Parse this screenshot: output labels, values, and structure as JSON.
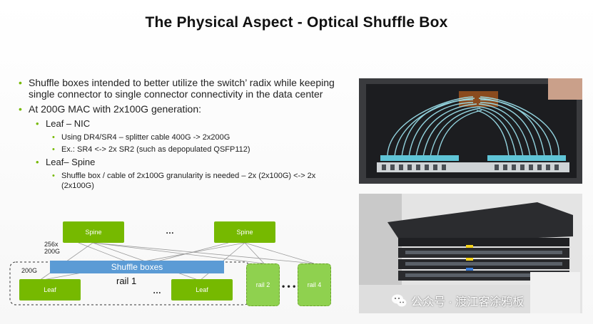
{
  "slide": {
    "title": "The Physical Aspect - Optical Shuffle Box",
    "bullets": [
      {
        "level": 1,
        "text": "Shuffle boxes intended to better utilize the switch’ radix while keeping single connector to single connector connectivity in the data center"
      },
      {
        "level": 1,
        "text": "At 200G MAC with 2x100G generation:"
      },
      {
        "level": 2,
        "text": "Leaf – NIC"
      },
      {
        "level": 3,
        "text": "Using DR4/SR4 – splitter cable 400G -> 2x200G"
      },
      {
        "level": 3,
        "text": "Ex.: SR4 <-> 2x SR2 (such as depopulated QSFP112)"
      },
      {
        "level": 2,
        "text": "Leaf– Spine"
      },
      {
        "level": 3,
        "text": "Shuffle box / cable of 2x100G granularity is needed – 2x (2x100G) <-> 2x (2x100G)"
      }
    ]
  },
  "diagram": {
    "spine_left": "Spine",
    "spine_right": "Spine",
    "spine_dots": "…",
    "link_label": "256x 200G",
    "rail_speed": "200G",
    "shuffle_label": "Shuffle boxes",
    "rail1_label": "rail 1",
    "leaf_left": "Leaf",
    "leaf_right": "Leaf",
    "leaf_dots": "…",
    "rail2": "rail 2",
    "rail_dots": "• • •",
    "rail4": "rail 4"
  },
  "watermark": {
    "text": "公众号 · 渡江客涂鸦板"
  },
  "colors": {
    "accent_green": "#76b900",
    "rail_green": "#8fd14f",
    "shuffle_blue": "#5b9bd5"
  }
}
